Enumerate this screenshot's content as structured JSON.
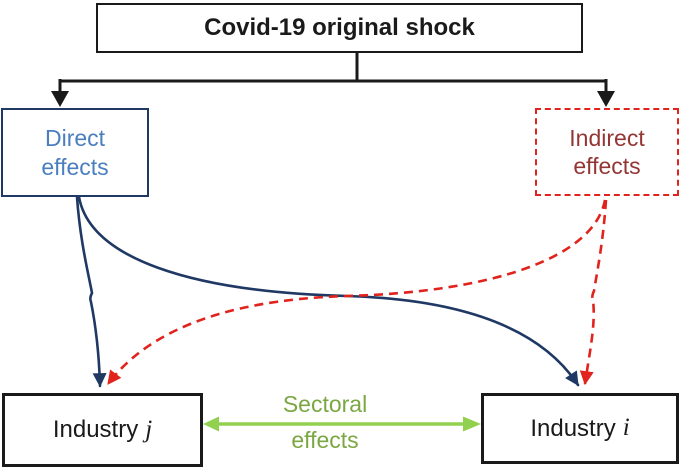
{
  "figure": {
    "root": {
      "label": "Covid-19 original shock"
    },
    "direct": {
      "line1": "Direct",
      "line2": "effects"
    },
    "indirect": {
      "line1": "Indirect",
      "line2": "effects"
    },
    "industry_j": {
      "name": "Industry",
      "variable": "j"
    },
    "industry_i": {
      "name": "Industry",
      "variable": "i"
    },
    "sectoral": {
      "line1": "Sectoral",
      "line2": "effects"
    },
    "colors": {
      "black": "#1a1a1a",
      "navy_border": "#1F3864",
      "direct_text": "#4A7EBF",
      "red_dashed": "#E0231C",
      "indirect_text": "#943634",
      "green_arrow": "#92D050",
      "green_text": "#7BA743"
    }
  }
}
